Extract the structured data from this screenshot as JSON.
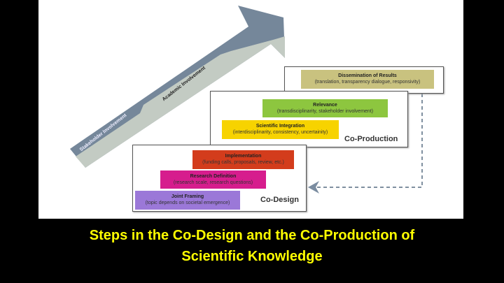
{
  "arrow": {
    "stakeholder": "Stakeholder Involvement",
    "academic": "Academic Involvement"
  },
  "phases": {
    "co_production": "Co-Production",
    "co_design": "Co-Design"
  },
  "steps": [
    {
      "title": "Dissemination of Results",
      "detail": "(translation, transparency dialogue, responsivity)",
      "color": "#c9c27f"
    },
    {
      "title": "Relevance",
      "detail": "(transdisciplinarity, stakeholder involvement)",
      "color": "#8dc63f"
    },
    {
      "title": "Scientific Integration",
      "detail": "(interdisciplinarity, consistency, uncertainity)",
      "color": "#f7d300"
    },
    {
      "title": "Implementation",
      "detail": "(funding calls, proposals, review, etc.)",
      "color": "#d33c1c"
    },
    {
      "title": "Research Definition",
      "detail": "(research scale, research questions)",
      "color": "#d61d8d"
    },
    {
      "title": "Joint Framing",
      "detail": "(topic depends on societal emergence)",
      "color": "#9b78d8"
    }
  ],
  "caption": {
    "line1": "Steps in the Co-Design and the Co-Production of",
    "line2": "Scientific Knowledge"
  }
}
